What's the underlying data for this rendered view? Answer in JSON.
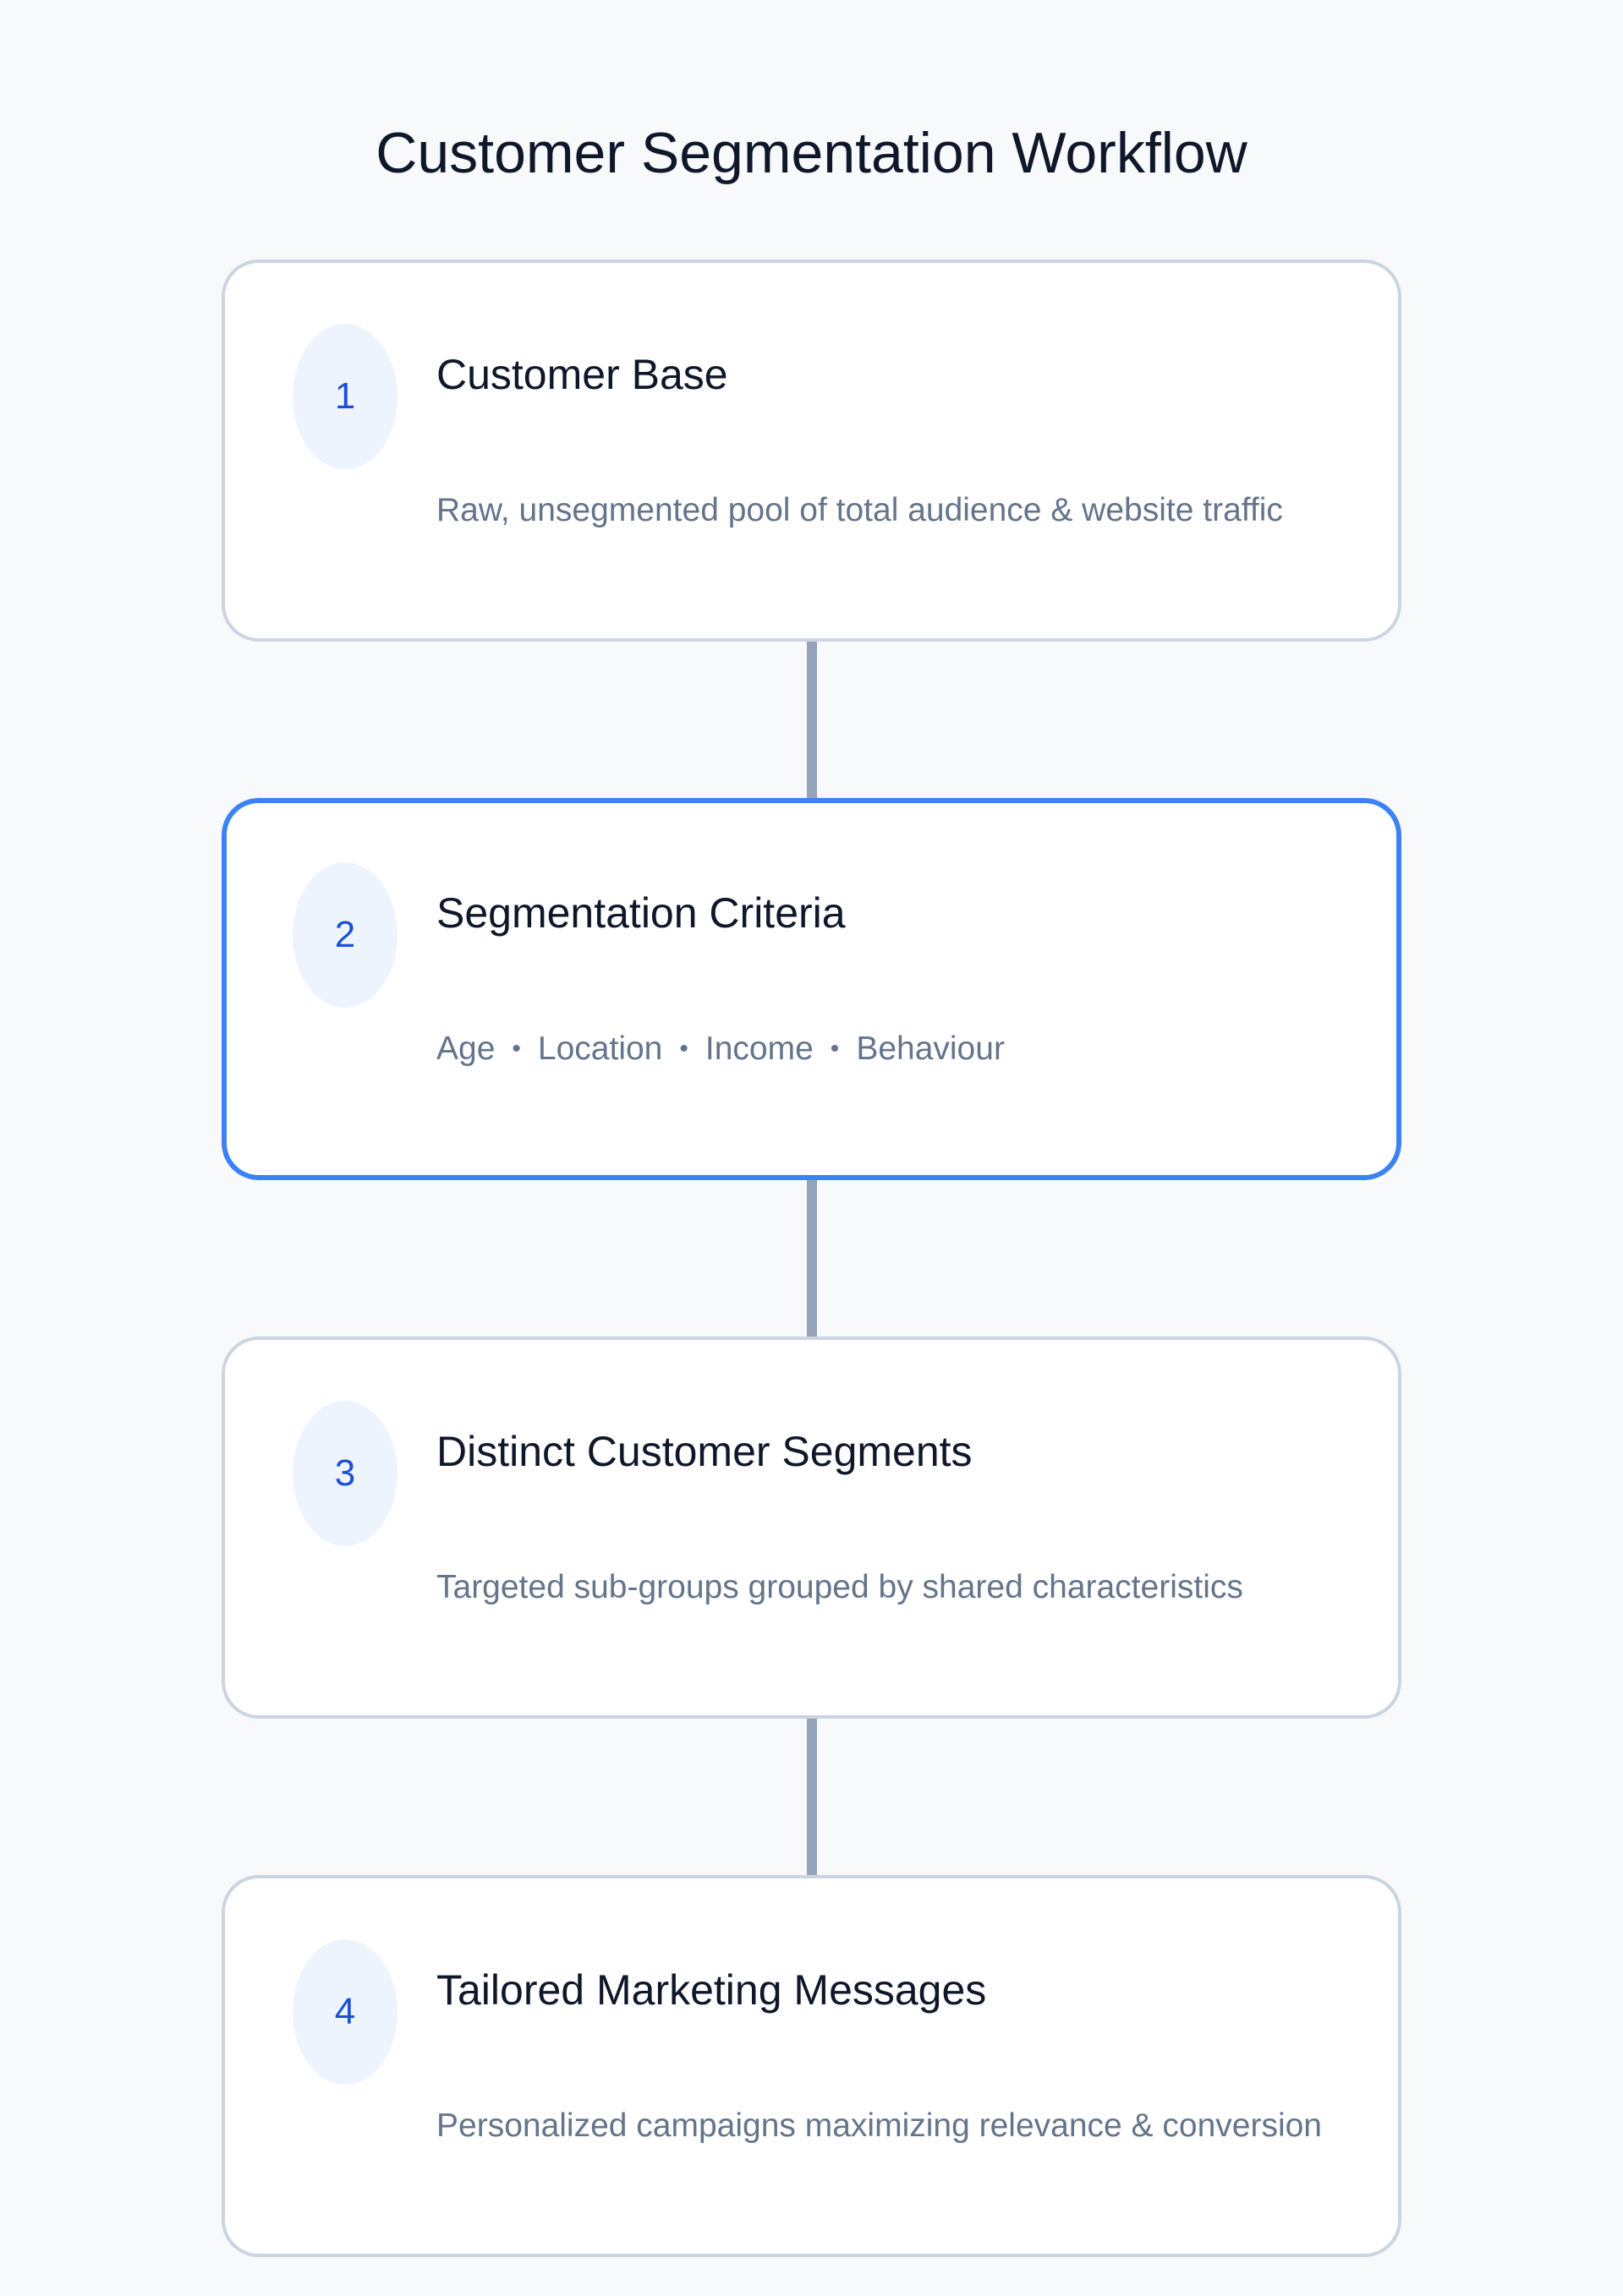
{
  "title": "Customer Segmentation Workflow",
  "steps": [
    {
      "number": "1",
      "title": "Customer Base",
      "description": "Raw, unsegmented pool of total audience & website traffic"
    },
    {
      "number": "2",
      "title": "Segmentation Criteria",
      "criteria": [
        "Age",
        "Location",
        "Income",
        "Behaviour"
      ],
      "separator": "•",
      "highlighted": true
    },
    {
      "number": "3",
      "title": "Distinct Customer Segments",
      "description": "Targeted sub-groups grouped by shared characteristics"
    },
    {
      "number": "4",
      "title": "Tailored Marketing Messages",
      "description": "Personalized campaigns maximizing relevance & conversion"
    }
  ],
  "colors": {
    "background": "#f7f9fb",
    "card_border": "#cbd5e1",
    "active_border": "#3b82f6",
    "badge_bg": "#eef4fe",
    "badge_text": "#1d4ed8",
    "connector": "#94a3b8",
    "title_text": "#0f172a",
    "desc_text": "#64748b"
  }
}
